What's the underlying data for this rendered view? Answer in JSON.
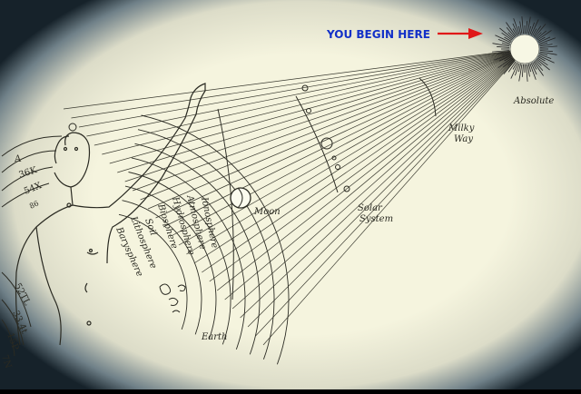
{
  "callout": {
    "text": "YOU BEGIN HERE",
    "text_color": "#1230c8",
    "arrow_color": "#e01818"
  },
  "labels": {
    "absolute": "Absolute",
    "milky_way_1": "Milky",
    "milky_way_2": "Way",
    "solar_1": "Solar",
    "solar_2": "System",
    "moon": "Moon",
    "earth": "Earth"
  },
  "earth_layers": [
    "Ionosphere",
    "Atmosphere",
    "Hydrosphere",
    "Biosphere",
    "Soil",
    "Lithosphere",
    "Barysphere"
  ],
  "head_ratios": [
    "A",
    "36K",
    "54X",
    "86"
  ],
  "body_ratios": [
    "52TL",
    "33.4t",
    "15P",
    "7N"
  ],
  "colors": {
    "paper": "#f4f3dc",
    "paper_edge": "#16222a",
    "ink": "#2a2a22"
  }
}
